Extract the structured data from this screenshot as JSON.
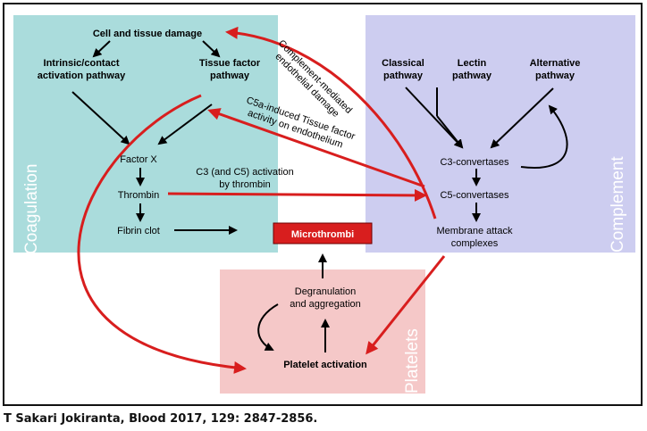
{
  "colors": {
    "coagulation_panel": "#aadcdc",
    "complement_panel": "#cdcdf0",
    "platelets_panel": "#f5c8c8",
    "interaction_arrow": "#d81e1e",
    "pathway_arrow": "#000000",
    "microthrombi_box": "#d81e1e"
  },
  "panels": {
    "coagulation": "Coagulation",
    "complement": "Complement",
    "platelets": "Platelets"
  },
  "coagulation": {
    "cell_damage": "Cell and tissue damage",
    "intrinsic_line1": "Intrinsic/contact",
    "intrinsic_line2": "activation pathway",
    "tissue_factor_line1": "Tissue factor",
    "tissue_factor_line2": "pathway",
    "factor_x": "Factor X",
    "thrombin": "Thrombin",
    "fibrin_clot": "Fibrin clot"
  },
  "complement": {
    "classical_line1": "Classical",
    "classical_line2": "pathway",
    "lectin_line1": "Lectin",
    "lectin_line2": "pathway",
    "alternative_line1": "Alternative",
    "alternative_line2": "pathway",
    "c3_convertases": "C3-convertases",
    "c5_convertases": "C5-convertases",
    "mac_line1": "Membrane attack",
    "mac_line2": "complexes"
  },
  "platelets": {
    "degranulation_line1": "Degranulation",
    "degranulation_line2": "and aggregation",
    "activation": "Platelet activation"
  },
  "microthrombi": "Microthrombi",
  "annotations": {
    "c3_c5_line1": "C3 (and C5) activation",
    "c3_c5_line2": "by thrombin",
    "endothelial_line1": "Complement-mediated",
    "endothelial_line2": "endothelial damage",
    "c5a_line1": "C5a-induced Tissue factor",
    "c5a_line2": "activity on endothelium"
  },
  "citation": "T Sakari Jokiranta, Blood 2017, 129: 2847-2856."
}
